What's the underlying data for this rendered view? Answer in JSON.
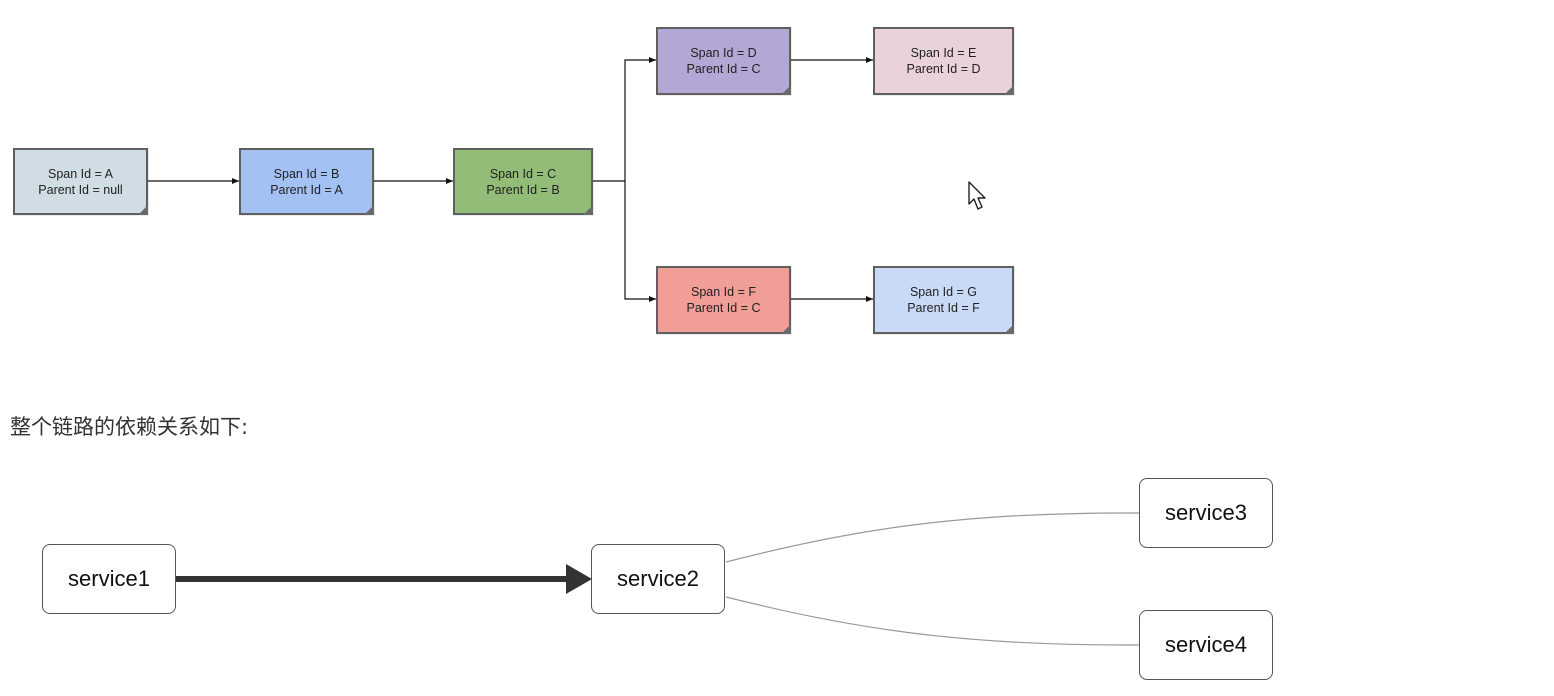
{
  "span_diagram": {
    "nodes": [
      {
        "id": "A",
        "line1": "Span Id = A",
        "line2": "Parent Id = null",
        "color": "#d0dde4"
      },
      {
        "id": "B",
        "line1": "Span Id = B",
        "line2": "Parent Id = A",
        "color": "#a3c2f3"
      },
      {
        "id": "C",
        "line1": "Span Id = C",
        "line2": "Parent Id = B",
        "color": "#92bc77"
      },
      {
        "id": "D",
        "line1": "Span Id = D",
        "line2": "Parent Id = C",
        "color": "#b3a7d5"
      },
      {
        "id": "E",
        "line1": "Span Id = E",
        "line2": "Parent Id = D",
        "color": "#ead2da"
      },
      {
        "id": "F",
        "line1": "Span Id = F",
        "line2": "Parent Id = C",
        "color": "#f19e96"
      },
      {
        "id": "G",
        "line1": "Span Id = G",
        "line2": "Parent Id = F",
        "color": "#c8daf8"
      }
    ]
  },
  "caption": "整个链路的依赖关系如下:",
  "service_diagram": {
    "nodes": [
      {
        "id": "service1",
        "label": "service1"
      },
      {
        "id": "service2",
        "label": "service2"
      },
      {
        "id": "service3",
        "label": "service3"
      },
      {
        "id": "service4",
        "label": "service4"
      }
    ]
  }
}
